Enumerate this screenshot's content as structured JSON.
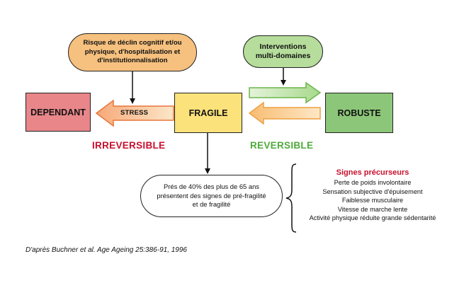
{
  "boxes": {
    "dependant": "DEPENDANT",
    "fragile": "FRAGILE",
    "robuste": "ROBUSTE"
  },
  "risk_bubble": "Risque de déclin cognitif et/ou\nphysique, d'hospitalisation et\nd'institutionnalisation",
  "interventions_bubble": "Interventions\nmulti-domaines",
  "stress_label": "STRESS",
  "irreversible_label": "IRREVERSIBLE",
  "reversible_label": "REVERSIBLE",
  "stat_bubble": "Prés de 40%  des plus de 65 ans\nprésentent des signes de pré-fragilité\net de fragilité",
  "signs": {
    "title": "Signes précurseurs",
    "items": [
      "Perte de poids involontaire",
      "Sensation subjective d'épuisement",
      "Faiblesse musculaire",
      "Vitesse de marche lente",
      "Activité physique réduite grande sédentarité"
    ]
  },
  "reference": "D'après Buchner et al. Age Ageing 25:386-91, 1996",
  "colors": {
    "dependant_fill": "#e8868a",
    "fragile_fill": "#fbe27a",
    "robuste_fill": "#8cc679",
    "risk_bubble_fill": "#f6c07e",
    "interventions_bubble_fill": "#b6dd9b",
    "irreversible": "#c8102e",
    "reversible": "#4daa3a",
    "stress_arrow": "#f07d42",
    "green_arrow": "#7ec55c",
    "orange_arrow": "#f6a54a"
  }
}
